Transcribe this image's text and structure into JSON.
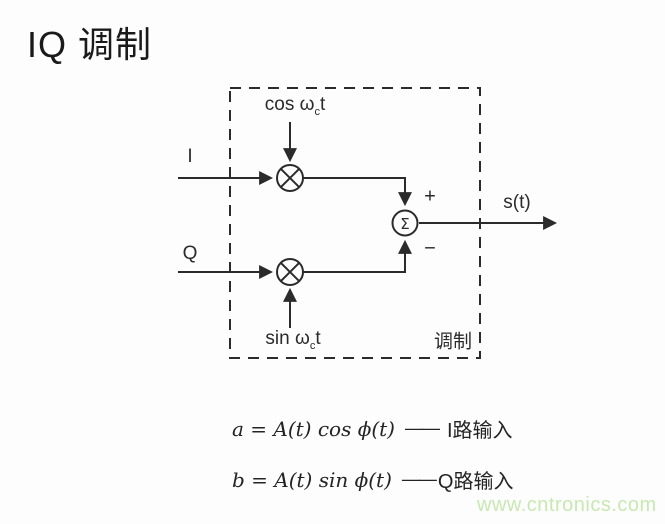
{
  "title": "IQ 调制",
  "diagram": {
    "box_label": "调制",
    "inputs": {
      "i": "I",
      "q": "Q"
    },
    "carrier_cos": {
      "prefix": "cos ω",
      "sub": "c",
      "suffix": "t"
    },
    "carrier_sin": {
      "prefix": "sin ω",
      "sub": "c",
      "suffix": "t"
    },
    "sum_symbol": "Σ",
    "plus": "+",
    "minus": "−",
    "output": "s(t)"
  },
  "equations": [
    {
      "math": "a = A(t) cos ϕ(t)",
      "connector": "——",
      "label": "I路输入"
    },
    {
      "math": "b = A(t) sin ϕ(t)",
      "connector": "——",
      "label": "Q路输入"
    }
  ],
  "watermark": {
    "text": "www.cntronics.com",
    "color": "#c8e8b2"
  },
  "colors": {
    "line": "#2b2b2b",
    "text": "#1e1e1e",
    "background": "#fdfdfd"
  }
}
